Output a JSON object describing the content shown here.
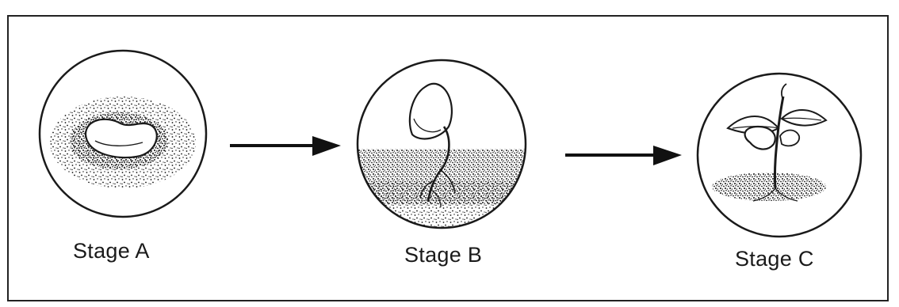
{
  "stages": [
    {
      "id": "A",
      "label": "Stage A",
      "description_icon": "bean-seed-in-soil-icon"
    },
    {
      "id": "B",
      "label": "Stage B",
      "description_icon": "germinating-seed-icon"
    },
    {
      "id": "C",
      "label": "Stage C",
      "description_icon": "seedling-icon"
    }
  ],
  "colors": {
    "ink": "#1a1a1a",
    "background": "#ffffff"
  }
}
